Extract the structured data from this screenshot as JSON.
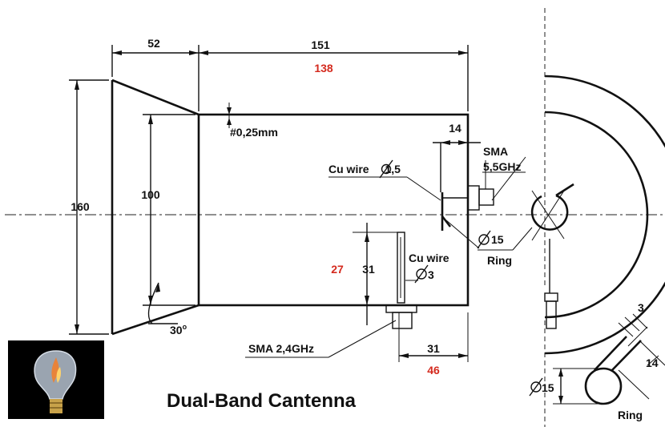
{
  "title": "Dual-Band  Cantenna",
  "colors": {
    "ink": "#111111",
    "accent_red": "#d42a1e",
    "background": "#ffffff"
  },
  "dimensions": {
    "cone_length": "52",
    "total_length": "151",
    "total_length_red": "138",
    "cone_outer_diameter": "160",
    "can_diameter": "100",
    "cone_angle": "30",
    "cone_angle_unit": "o",
    "wall_thickness": "#0,25mm",
    "feed_5ghz_offset": "14",
    "feed_24ghz_height": "31",
    "feed_24ghz_height_red": "27",
    "feed_24ghz_offset": "31",
    "feed_24ghz_offset_red": "46"
  },
  "labels": {
    "cu_wire_thin_prefix": "Cu wire ",
    "cu_wire_thin_size": "1,5",
    "cu_wire_thick": "Cu wire",
    "cu_wire_thick_size": "3",
    "sma_5ghz_line1": "SMA",
    "sma_5ghz_line2": "5,5GHz",
    "sma_24ghz": "SMA  2,4GHz",
    "ring_upper_size": "15",
    "ring_upper": "Ring",
    "ring_detail_size": "15",
    "ring_detail_gap": "3",
    "ring_detail_tail": "14",
    "ring_detail": "Ring"
  },
  "icons": {
    "logo": "lightbulb-icon",
    "diameter": "diameter-symbol-icon"
  }
}
